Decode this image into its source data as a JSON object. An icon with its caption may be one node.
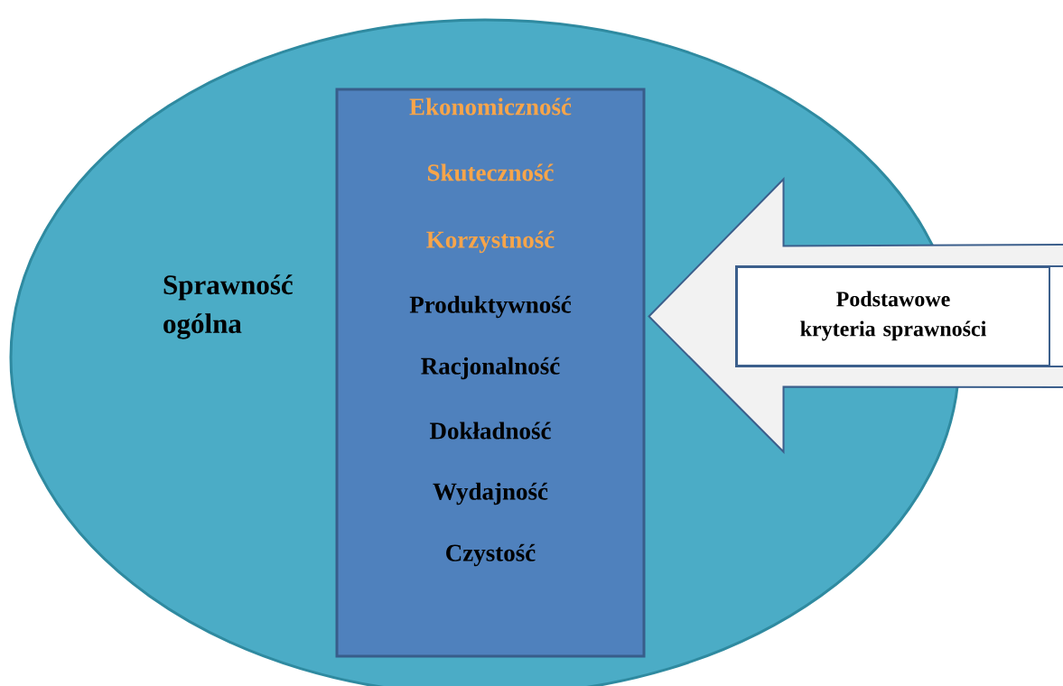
{
  "diagram": {
    "nodes": [
      {
        "text": [
          "Sprawność ogólna"
        ]
      },
      {
        "text": [
          "Ekonomiczność",
          "Skuteczność",
          "Korzystność",
          "Produktywność",
          "Racjonalność",
          "Dokładność",
          "Wydajność",
          "Czystość"
        ],
        "in": 0
      },
      {
        "text": [
          "Podstawowe kryteria sprawności"
        ]
      }
    ],
    "edges": [
      {
        "from": 2,
        "to": 1,
        "arrow": "to"
      }
    ]
  }
}
